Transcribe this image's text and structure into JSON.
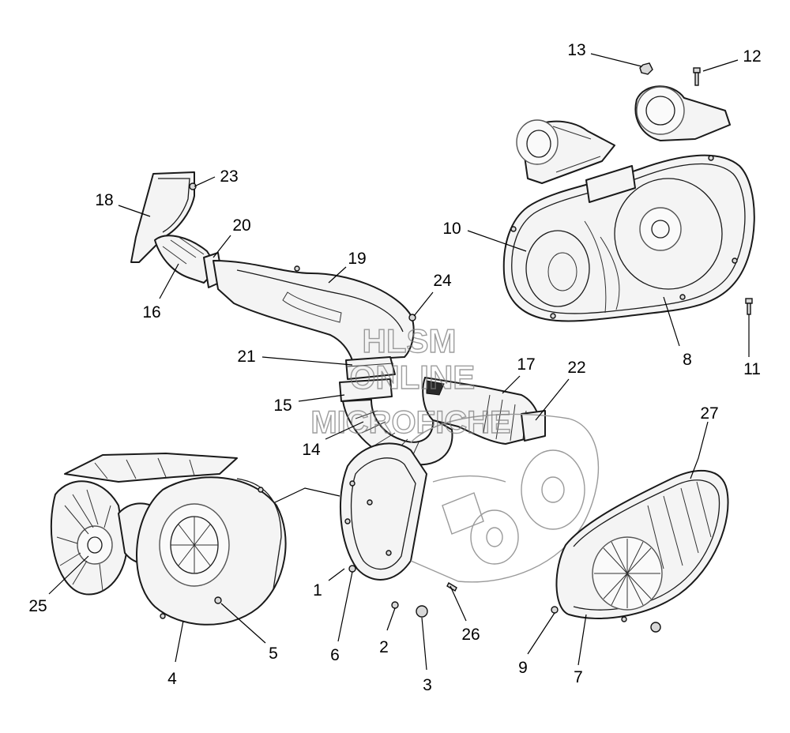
{
  "watermark": {
    "line1": "HLSM",
    "line2": "ONLINE",
    "line3": "MICROFICHE"
  },
  "callouts": [
    {
      "id": "1",
      "label": "1"
    },
    {
      "id": "2",
      "label": "2"
    },
    {
      "id": "3",
      "label": "3"
    },
    {
      "id": "4",
      "label": "4"
    },
    {
      "id": "5",
      "label": "5"
    },
    {
      "id": "6",
      "label": "6"
    },
    {
      "id": "7",
      "label": "7"
    },
    {
      "id": "8",
      "label": "8"
    },
    {
      "id": "9",
      "label": "9"
    },
    {
      "id": "10",
      "label": "10"
    },
    {
      "id": "11",
      "label": "11"
    },
    {
      "id": "12",
      "label": "12"
    },
    {
      "id": "13",
      "label": "13"
    },
    {
      "id": "14",
      "label": "14"
    },
    {
      "id": "15",
      "label": "15"
    },
    {
      "id": "16",
      "label": "16"
    },
    {
      "id": "17",
      "label": "17"
    },
    {
      "id": "18",
      "label": "18"
    },
    {
      "id": "19",
      "label": "19"
    },
    {
      "id": "20",
      "label": "20"
    },
    {
      "id": "21",
      "label": "21"
    },
    {
      "id": "22",
      "label": "22"
    },
    {
      "id": "23",
      "label": "23"
    },
    {
      "id": "24",
      "label": "24"
    },
    {
      "id": "25",
      "label": "25"
    },
    {
      "id": "26",
      "label": "26"
    },
    {
      "id": "27",
      "label": "27"
    }
  ]
}
